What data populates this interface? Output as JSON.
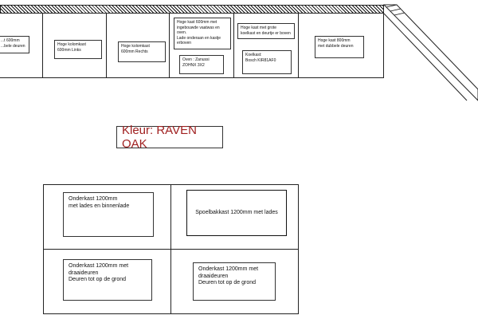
{
  "colors": {
    "line": "#222222",
    "accent_text": "#a02020",
    "background": "#ffffff"
  },
  "upper_cabinets": [
    {
      "text": "...t 600mm\n...bele deuren"
    },
    {
      "text": "Hoge kolomkast\n600mm Links"
    },
    {
      "text": "Hoge kolomkast\n600mm Rechts"
    },
    {
      "text": "Hoge kast 600mm met\ningebouwde vaatwas en\noven.\nLade onderaan en kastje\nerboven"
    },
    {
      "text": "Oven : Zanussi\nZOHNX 3X2"
    },
    {
      "text": "Hoge kast met grote\nkoelkast en deurtje er boven"
    },
    {
      "text": "Koelkast:\nBosch KIR81AF0"
    },
    {
      "text": "Hoge kast 800mm\nmet dubbele deuren"
    }
  ],
  "color_label": "Kleur: RAVEN OAK",
  "lower_cabinets": [
    {
      "text": "Onderkast 1200mm\nmet lades en binnenlade"
    },
    {
      "text": "Spoelbakkast 1200mm met lades"
    },
    {
      "text": "Onderkast 1200mm met\ndraaideuren\nDeuren tot op de grond"
    },
    {
      "text": "Onderkast 1200mm met\ndraaideuren\nDeuren tot op de grond"
    }
  ]
}
